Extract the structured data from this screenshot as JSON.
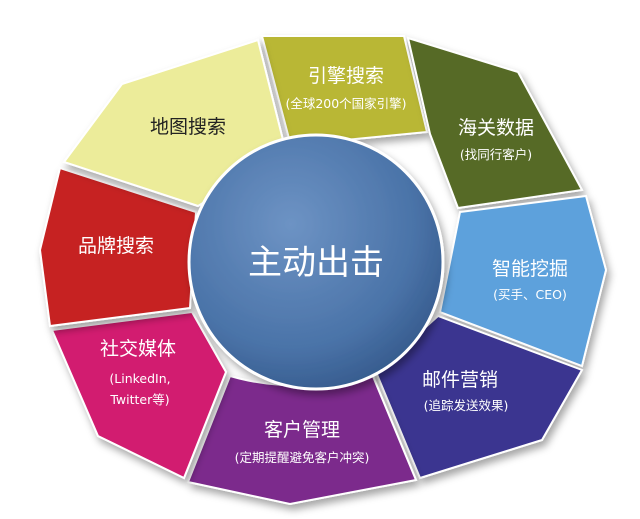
{
  "center": {
    "label": "主动出击",
    "color": "#4a73a8"
  },
  "segments": [
    {
      "id": "engine-search",
      "label": "引擎搜索",
      "sublabel": "(全球200个国家引擎)",
      "color": "#b9b735",
      "text_color": "#ffffff"
    },
    {
      "id": "customs-data",
      "label": "海关数据",
      "sublabel": "(找同行客户)",
      "color": "#566b25",
      "text_color": "#ffffff"
    },
    {
      "id": "smart-mining",
      "label": "智能挖掘",
      "sublabel": "(买手、CEO)",
      "color": "#5da1dc",
      "text_color": "#ffffff"
    },
    {
      "id": "email-marketing",
      "label": "邮件营销",
      "sublabel": "(追踪发送效果)",
      "color": "#3a3590",
      "text_color": "#ffffff"
    },
    {
      "id": "customer-management",
      "label": "客户管理",
      "sublabel": "(定期提醒避免客户冲突)",
      "color": "#7c2c8c",
      "text_color": "#ffffff"
    },
    {
      "id": "social-media",
      "label": "社交媒体",
      "sublabel": "(LinkedIn,",
      "sublabel2": "Twitter等)",
      "color": "#d21d6f",
      "text_color": "#ffffff"
    },
    {
      "id": "brand-search",
      "label": "品牌搜索",
      "sublabel": "",
      "color": "#c62224",
      "text_color": "#ffffff"
    },
    {
      "id": "map-search",
      "label": "地图搜索",
      "sublabel": "",
      "color": "#ecec9a",
      "text_color": "#222222"
    }
  ]
}
